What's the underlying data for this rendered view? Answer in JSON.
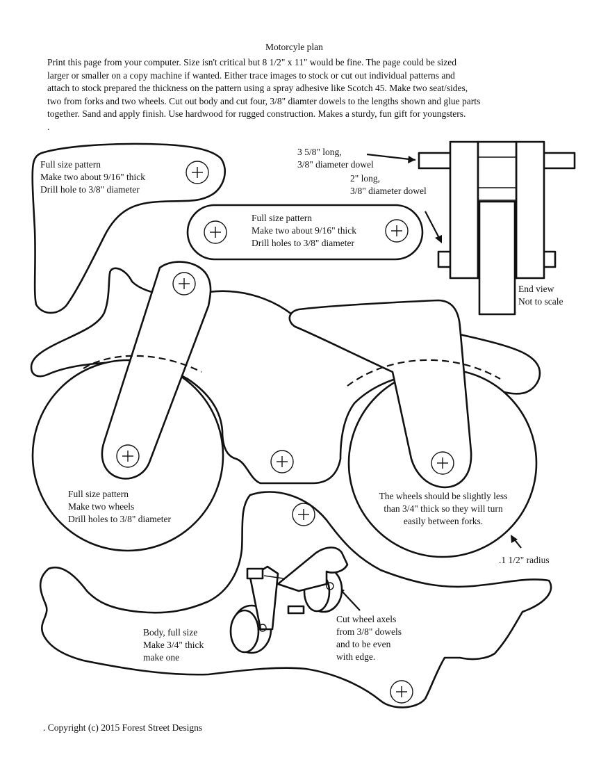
{
  "title": "Motorcyle plan",
  "intro": [
    "Print this page from your computer.  Size isn't critical but 8 1/2\" x 11\" would be fine.  The page could be sized",
    "larger or smaller on a copy machine if wanted.  Either trace images to stock or cut out individual patterns and",
    "attach to stock prepared the thickness on the pattern using a spray adhesive like Scotch 45.  Make two seat/sides,",
    "two from forks and two wheels.  Cut out body and cut four, 3/8\" diamter dowels to the lengths shown and glue parts",
    "together. Sand and apply finish.  Use hardwood for rugged construction.  Makes a sturdy, fun gift for youngsters.",
    "."
  ],
  "seat_pattern": [
    "Full size pattern",
    "Make two about 9/16\" thick",
    "Drill hole to 3/8\" diameter"
  ],
  "fork_pattern": [
    "Full size pattern",
    "Make two about 9/16\" thick",
    "Drill holes to 3/8\" diameter"
  ],
  "dowel_long": [
    "3 5/8\" long,",
    "3/8\" diameter dowel"
  ],
  "dowel_short": [
    "2\" long,",
    "3/8\" diameter dowel"
  ],
  "end_view": [
    "End view",
    "Not to scale"
  ],
  "wheel_pattern": [
    "Full size pattern",
    "Make two wheels",
    "Drill holes to 3/8\" diameter"
  ],
  "wheel_note": [
    "The wheels should be slightly less",
    "than 3/4\" thick so they will turn",
    "easily between forks."
  ],
  "radius_note": ".1 1/2\" radius",
  "body_note": [
    "Body, full size",
    "Make 3/4\" thick",
    "make one"
  ],
  "axel_note": [
    "Cut wheel axels",
    "from 3/8\" dowels",
    "and to be even",
    "with edge."
  ],
  "copyright": ".  Copyright (c) 2015  Forest Street Designs"
}
